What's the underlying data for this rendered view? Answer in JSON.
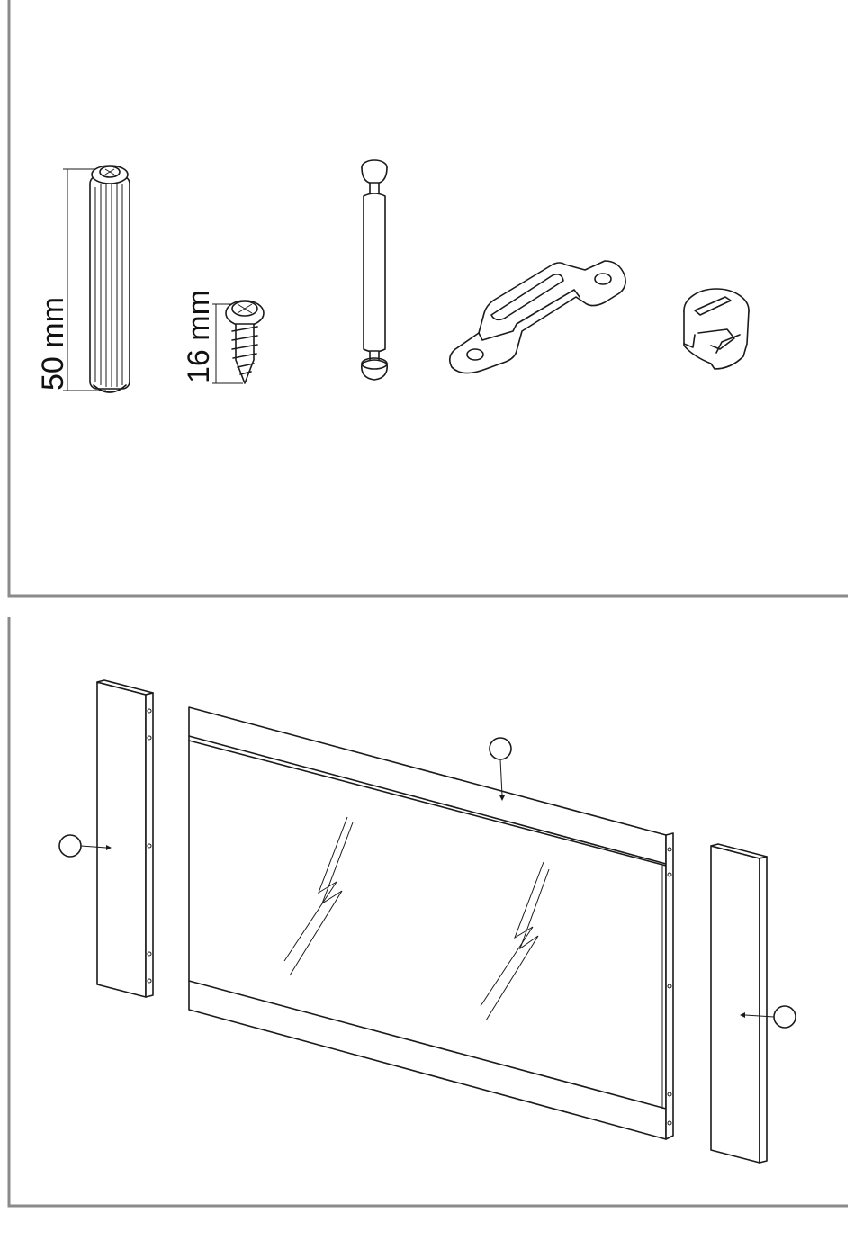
{
  "hardware": {
    "dowel": {
      "name": "wooden-dowel",
      "length_label": "50 mm"
    },
    "screw": {
      "name": "screw",
      "length_label": "16 mm"
    },
    "cam_bolt": {
      "name": "cam-bolt"
    },
    "bracket": {
      "name": "connector-bracket"
    },
    "cam_lock": {
      "name": "cam-lock-nut"
    }
  },
  "assembly": {
    "parts": [
      "left-side-panel",
      "glass-door-frame",
      "right-side-panel"
    ],
    "callouts": [
      {
        "id": "left-callout",
        "label": ""
      },
      {
        "id": "center-callout",
        "label": ""
      },
      {
        "id": "right-callout",
        "label": ""
      }
    ]
  },
  "colors": {
    "line": "#1a1a1a",
    "frame": "#8a8a8a",
    "background": "#ffffff"
  }
}
